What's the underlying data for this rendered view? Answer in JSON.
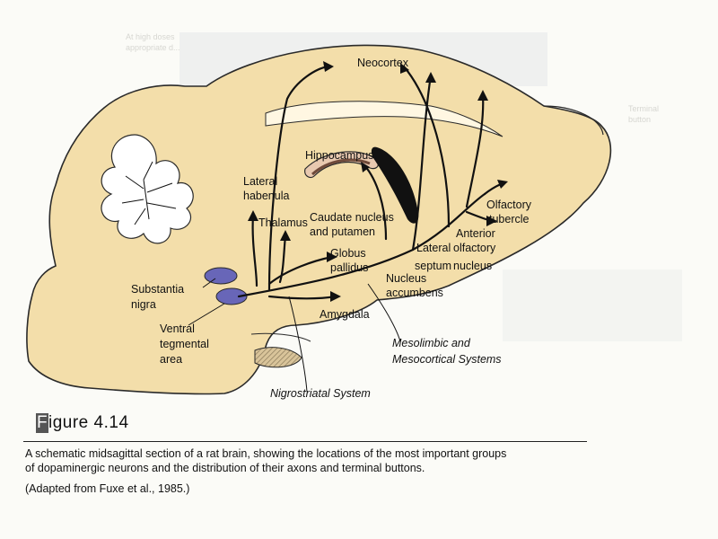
{
  "diagram": {
    "labels": {
      "neocortex": "Neocortex",
      "hippocampus": "Hippocampus",
      "lateral_habenula_1": "Lateral",
      "lateral_habenula_2": "habenula",
      "thalamus": "Thalamus",
      "caudate_1": "Caudate nucleus",
      "caudate_2": "and putamen",
      "globus_1": "Globus",
      "globus_2": "pallidus",
      "olfactory_tubercle_1": "Olfactory",
      "olfactory_tubercle_2": "tubercle",
      "anterior_olfactory_1": "Anterior",
      "anterior_olfactory_2": "olfactory",
      "anterior_olfactory_3": "nucleus",
      "lateral_septum_1": "Lateral",
      "lateral_septum_2": "septum",
      "nucleus_accumbens_1": "Nucleus",
      "nucleus_accumbens_2": "accumbens",
      "substantia_nigra_1": "Substantia",
      "substantia_nigra_2": "nigra",
      "vta_1": "Ventral",
      "vta_2": "tegmental",
      "vta_3": "area",
      "amygdala": "Amygdala",
      "mesolimbic_1": "Mesolimbic and",
      "mesolimbic_2": "Mesocortical Systems",
      "nigrostriatal": "Nigrostriatal System"
    },
    "colors": {
      "tissue": "#f3deaa",
      "outline": "#2a2a2a",
      "nucleus": "#6866b8",
      "ventricle": "#111111"
    }
  },
  "figure": {
    "number_initial": "F",
    "number_rest": "igure 4.14",
    "caption_line1": "A schematic midsagittal section of a rat brain, showing the locations of the most important groups",
    "caption_line2": "of dopaminergic neurons and the distribution of their axons and terminal buttons.",
    "credit": "(Adapted from Fuxe et al., 1985.)"
  }
}
